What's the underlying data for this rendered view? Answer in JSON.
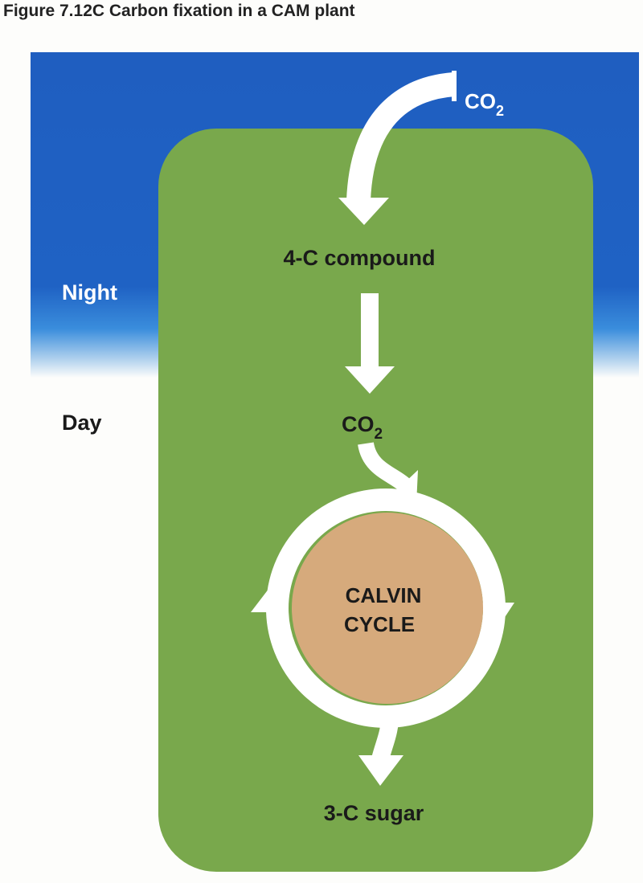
{
  "title": "Figure 7.12C  Carbon fixation in a CAM plant",
  "labels": {
    "night": "Night",
    "day": "Day",
    "co2_in": "CO",
    "co2_in_sub": "2",
    "compound": "4-C compound",
    "co2_released": "CO",
    "co2_released_sub": "2",
    "calvin_line1": "CALVIN",
    "calvin_line2": "CYCLE",
    "sugar": "3-C sugar"
  },
  "colors": {
    "night_sky": "#1f5ec0",
    "plant_cell": "#79a84c",
    "calvin_cycle": "#d6aa7c",
    "arrow": "#ffffff"
  }
}
